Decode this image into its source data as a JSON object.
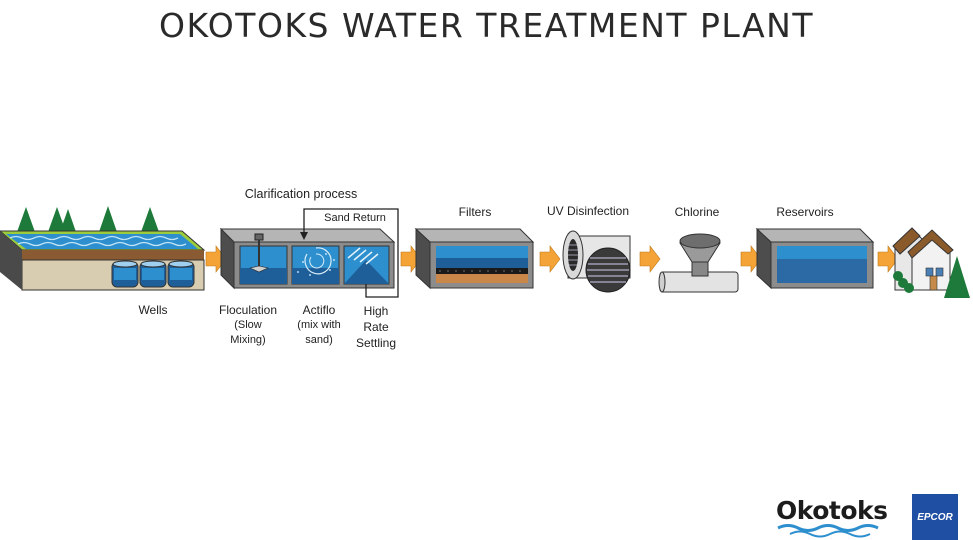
{
  "title": "OKOTOKS WATER TREATMENT PLANT",
  "labels": {
    "wells": "Wells",
    "clarification": "Clarification process",
    "sand_return": "Sand Return",
    "floculation": [
      "Floculation",
      "(Slow",
      "Mixing)"
    ],
    "actiflo": [
      "Actiflo",
      "(mix with",
      "sand)"
    ],
    "high_rate": [
      "High",
      "Rate",
      "Settling"
    ],
    "filters": "Filters",
    "uv": "UV Disinfection",
    "chlorine": "Chlorine",
    "reservoirs": "Reservoirs"
  },
  "logos": {
    "okotoks": "Okotoks",
    "epcor": "EPCOR"
  },
  "colors": {
    "water": "#2e8fce",
    "water_dark": "#1f5f99",
    "tank_gray": "#8c8c8c",
    "tank_dark": "#4d4d4d",
    "arrow": "#f4a336",
    "tree": "#1e7a3a",
    "grass": "#9ccc3c",
    "soil": "#d8cdb0"
  }
}
